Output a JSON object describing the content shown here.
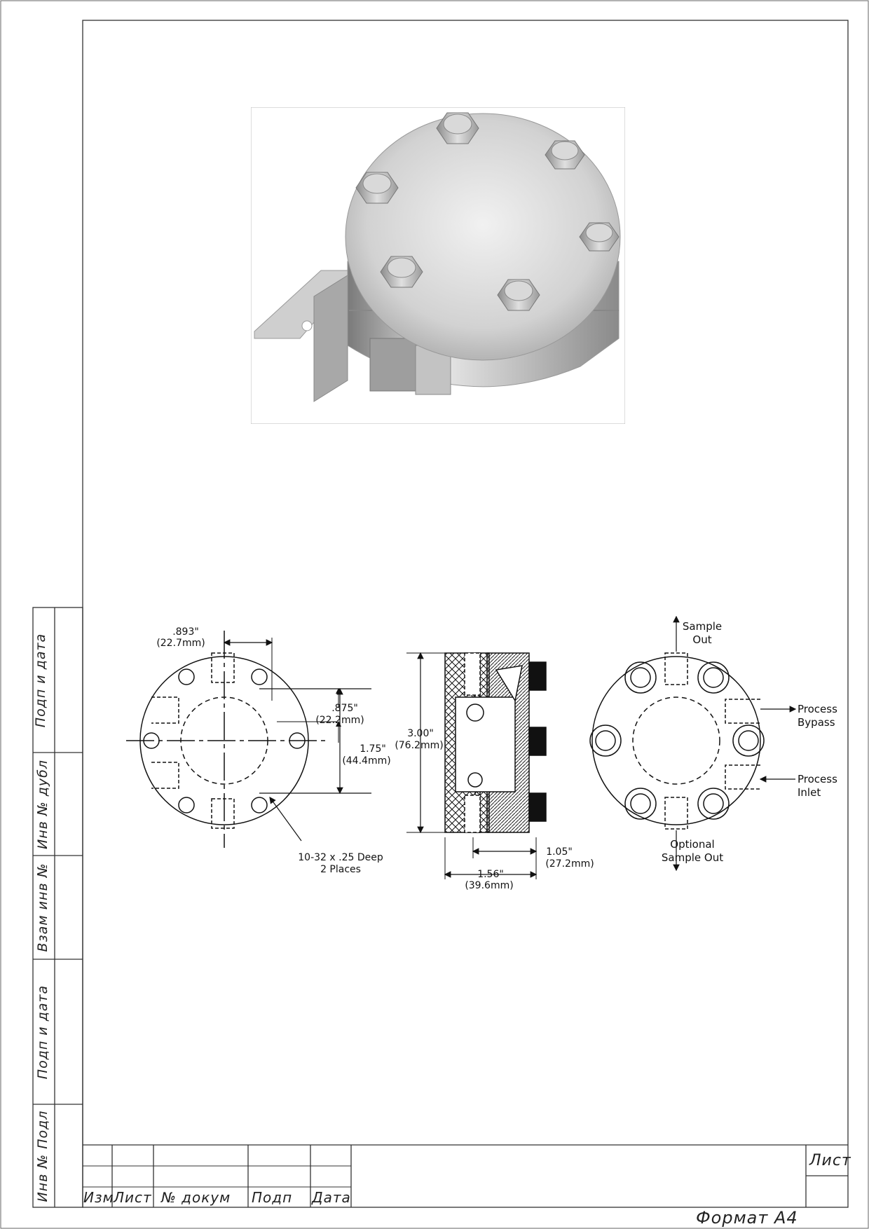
{
  "sheet": {
    "side_labels": [
      "Подп и дата",
      "Инв № дубл",
      "Взам инв №",
      "Подп и дата",
      "Инв № Подл"
    ],
    "title_block_labels": [
      "Изм",
      "Лист",
      "№ докум",
      "Подп",
      "Дата"
    ],
    "sheet_label": "Лист",
    "format_label": "Формат A4"
  },
  "drawing": {
    "top_view": {
      "dim_a": ".893\"",
      "dim_a_mm": "(22.7mm)",
      "dim_b": ".875\"",
      "dim_b_mm": "(22.2mm)",
      "dim_c": "1.75\"",
      "dim_c_mm": "(44.4mm)",
      "note_line1": "10-32 x .25 Deep",
      "note_line2": "2 Places"
    },
    "side_view": {
      "height": "3.00\"",
      "height_mm": "(76.2mm)",
      "depth1": "1.05\"",
      "depth1_mm": "(27.2mm)",
      "depth2": "1.56\"",
      "depth2_mm": "(39.6mm)"
    },
    "bottom_view": {
      "sample_out": [
        "Sample",
        "Out"
      ],
      "process_bypass": [
        "Process",
        "Bypass"
      ],
      "process_inlet": [
        "Process",
        "Inlet"
      ],
      "optional_sample_out": [
        "Optional",
        "Sample Out"
      ]
    }
  }
}
